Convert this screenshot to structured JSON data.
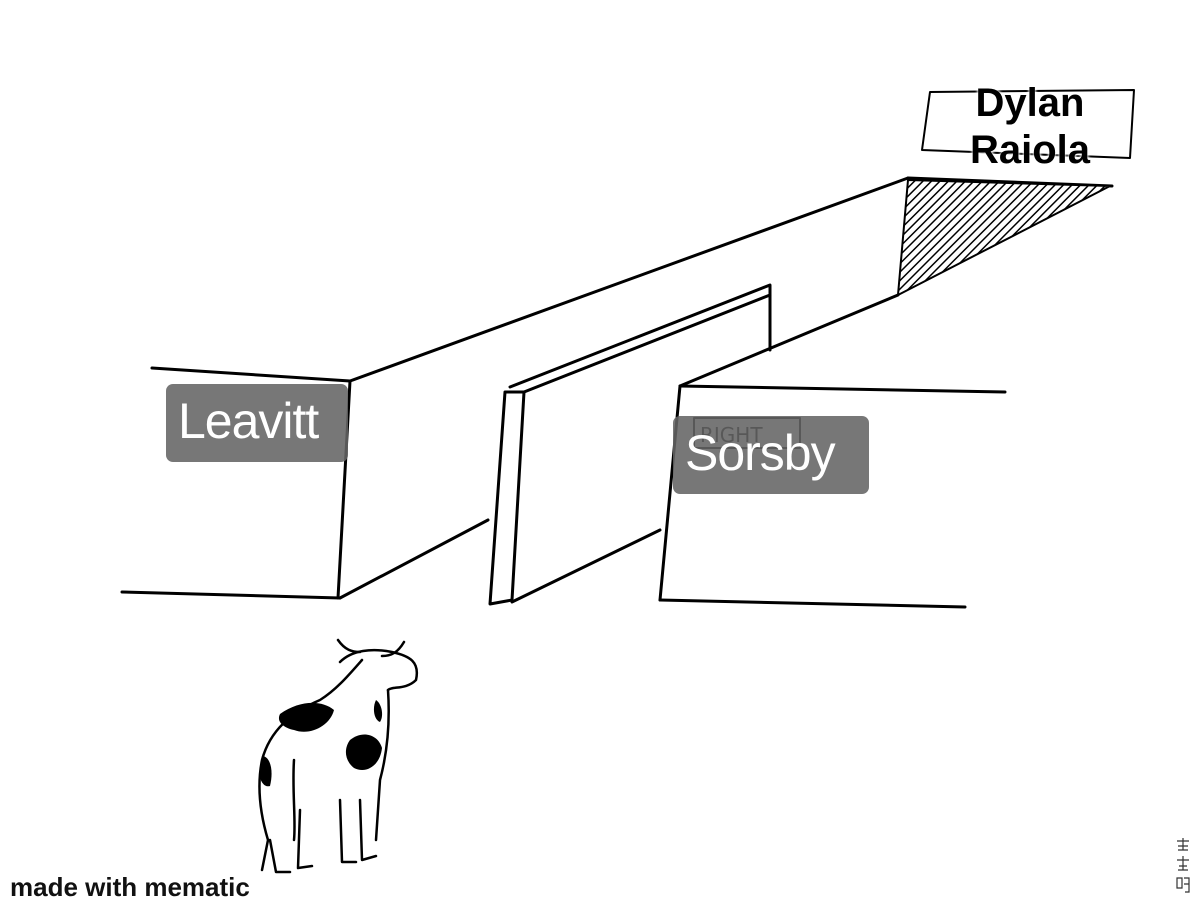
{
  "meme": {
    "labels": {
      "left_wall": "Leavitt",
      "right_wall": "Sorsby",
      "top_sign": "Dylan Raiola"
    },
    "watermark": "made with mematic",
    "hidden_sign_text": "RIGHT"
  }
}
